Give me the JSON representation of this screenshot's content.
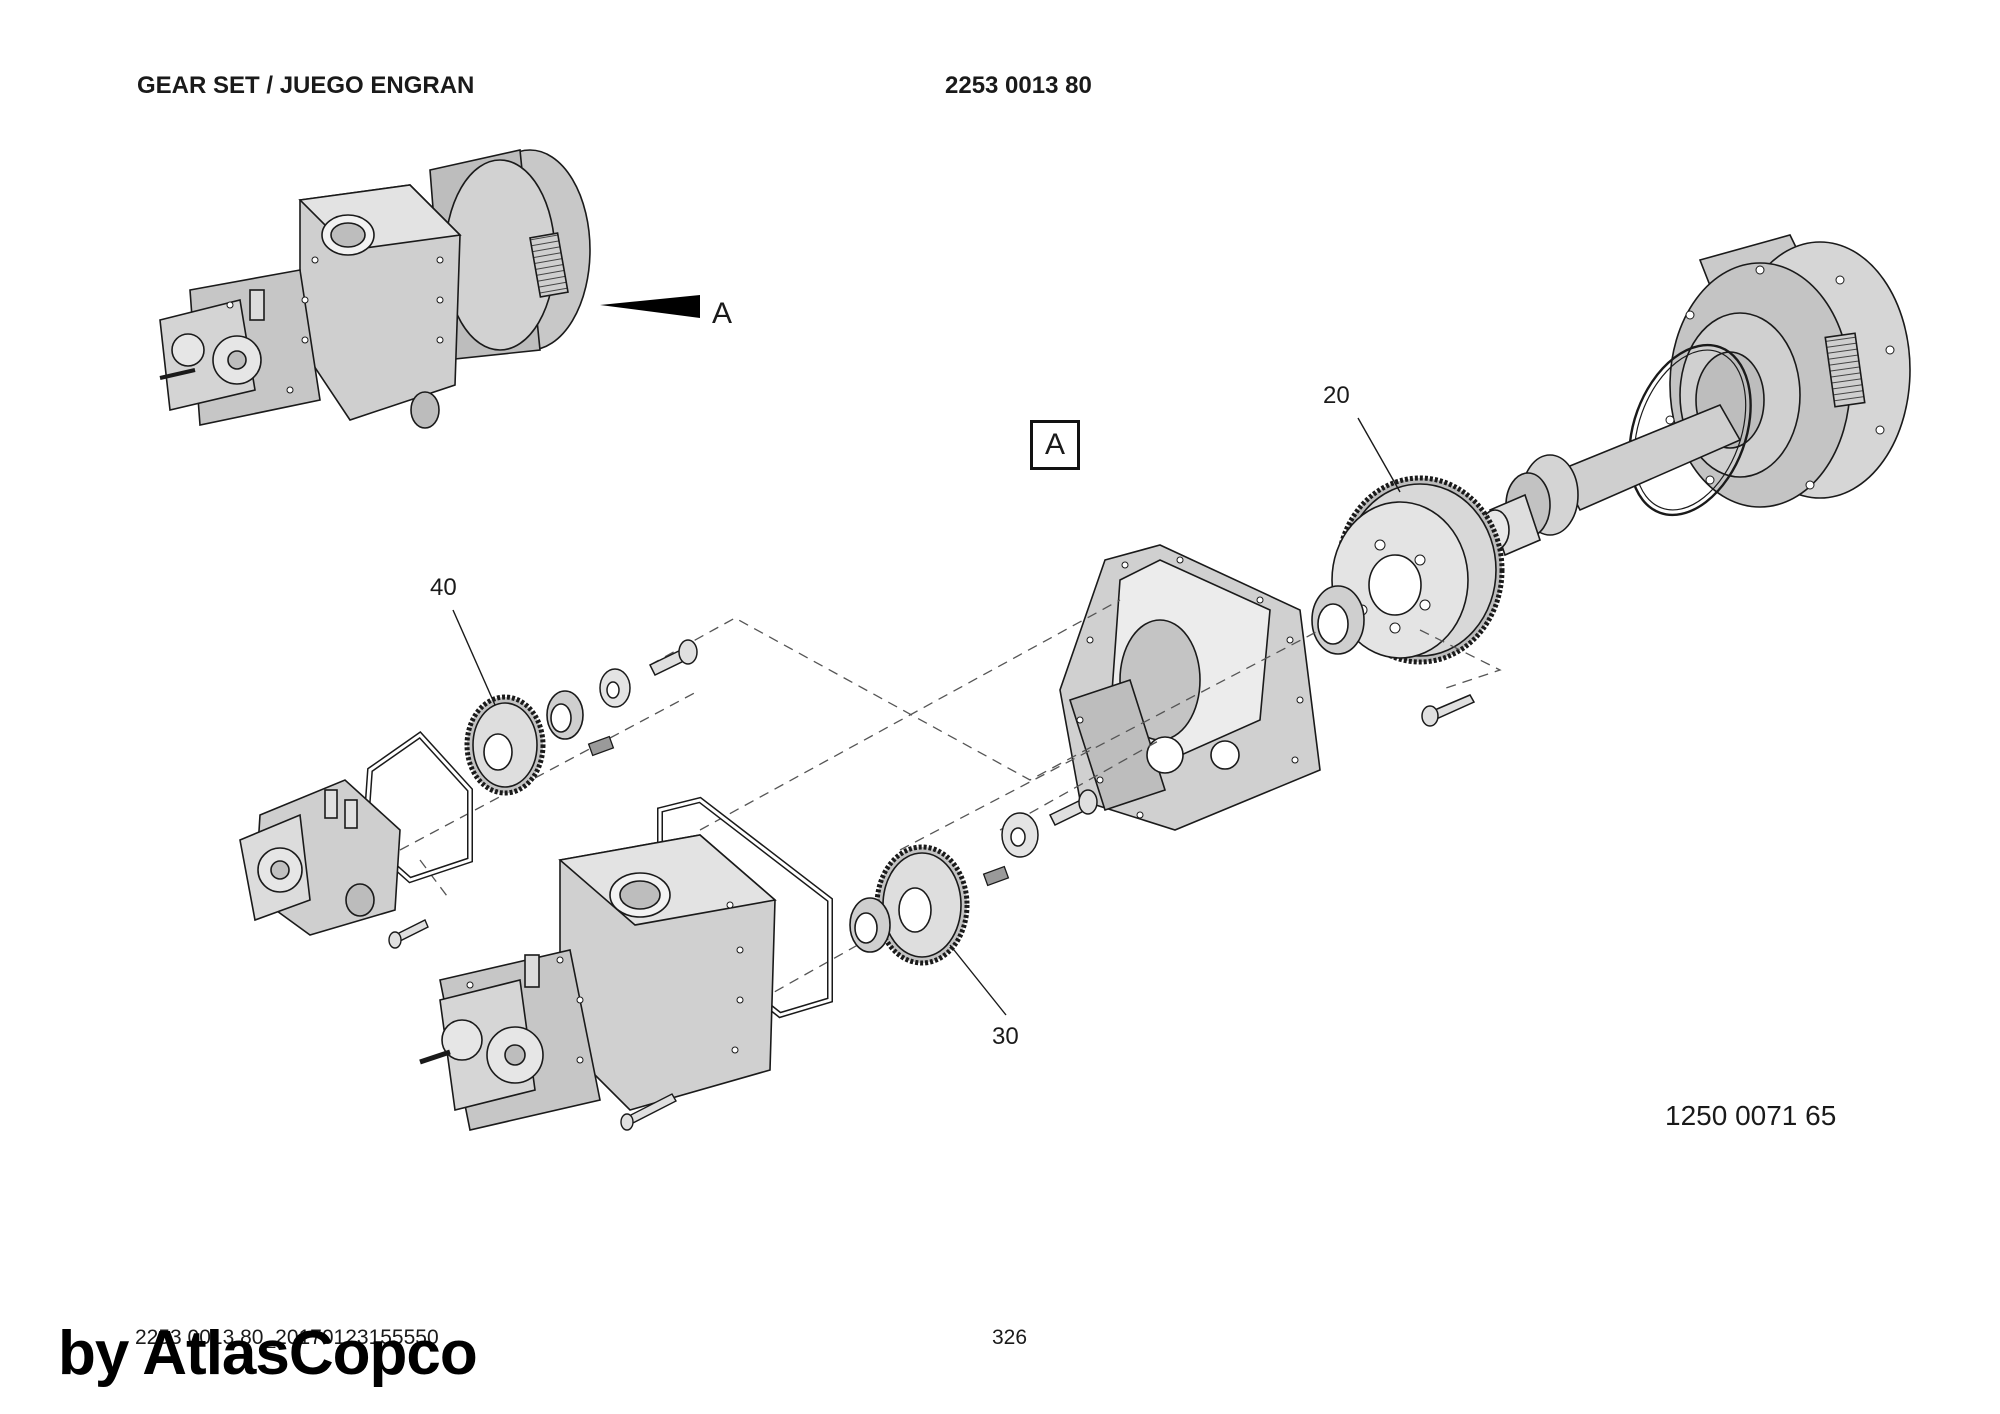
{
  "header": {
    "title": "GEAR SET / JUEGO ENGRAN",
    "part_number": "2253 0013 80"
  },
  "view_marker": {
    "arrow_label": "A",
    "box_label": "A"
  },
  "callouts": {
    "item_20": "20",
    "item_30": "30",
    "item_40": "40"
  },
  "drawing_number": "1250 0071 65",
  "footer": {
    "doc_ref": "2253 0013 80_20170123155550",
    "page_number": "326"
  },
  "watermark": "by AtlasCopco",
  "colors": {
    "line": "#1a1a1a",
    "fill_light": "#d9d9d9",
    "fill_mid": "#bfbfbf",
    "fill_dark": "#a6a6a6"
  }
}
